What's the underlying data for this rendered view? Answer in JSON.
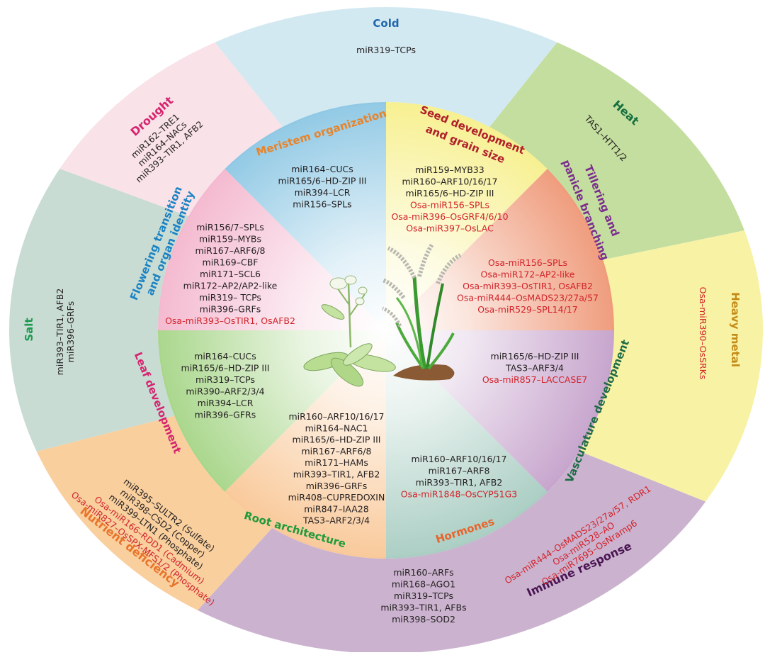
{
  "diagram": {
    "title": "miRNA regulatory modules in plant development and stress responses",
    "colors": {
      "black_text": "#231f20",
      "rice_specific_text": "#d2232a"
    },
    "center": {
      "left_plant": "arabidopsis-plant",
      "right_plant": "rice-plant"
    },
    "inner_sectors": [
      {
        "id": "meristem",
        "label": "Meristem organization",
        "label_color": "#e8832a",
        "fill": "#f7f08f",
        "items": [
          {
            "text": "miR164–CUCs",
            "rice": false
          },
          {
            "text": "miR165/6–HD-ZIP III",
            "rice": false
          },
          {
            "text": "miR394–LCR",
            "rice": false
          },
          {
            "text": "miR156–SPLs",
            "rice": false
          }
        ]
      },
      {
        "id": "seed",
        "label": "Seed development and grain size",
        "label_lines": [
          "Seed development",
          "and grain size"
        ],
        "label_color": "#b0202a",
        "fill": "#ef9a7a",
        "items": [
          {
            "text": "miR159–MYB33",
            "rice": false
          },
          {
            "text": "miR160–ARF10/16/17",
            "rice": false
          },
          {
            "text": "miR165/6–HD-ZIP III",
            "rice": false
          },
          {
            "text": "Osa-miR156–SPLs",
            "rice": true
          },
          {
            "text": "Osa-miR396–OsGRF4/6/10",
            "rice": true
          },
          {
            "text": "Osa-miR397–OsLAC",
            "rice": true
          }
        ]
      },
      {
        "id": "tillering",
        "label": "Tillering and panicle branching",
        "label_lines": [
          "Tillering and",
          "panicle branching"
        ],
        "label_color": "#7b2d8e",
        "fill": "#c6a3cc",
        "items": [
          {
            "text": "Osa-miR156–SPLs",
            "rice": true
          },
          {
            "text": "Osa-miR172–AP2-like",
            "rice": true
          },
          {
            "text": "Osa-miR393–OsTIR1, OsAFB2",
            "rice": true
          },
          {
            "text": "Osa-miR444–OsMADS23/27a/57",
            "rice": true
          },
          {
            "text": "Osa-miR529–SPL14/17",
            "rice": true
          }
        ]
      },
      {
        "id": "vasculature",
        "label": "Vasculature development",
        "label_color": "#1e6b45",
        "fill": "#a9cdc2",
        "items": [
          {
            "text": "miR165/6–HD-ZIP III",
            "rice": false
          },
          {
            "text": "TAS3–ARF3/4",
            "rice": false
          },
          {
            "text": "Osa-miR857–LACCASE7",
            "rice": true
          }
        ]
      },
      {
        "id": "hormones",
        "label": "Hormones",
        "label_color": "#e8632a",
        "fill": "#f9c898",
        "items": [
          {
            "text": "miR160–ARF10/16/17",
            "rice": false
          },
          {
            "text": "miR167–ARF8",
            "rice": false
          },
          {
            "text": "miR393–TIR1, AFB2",
            "rice": false
          },
          {
            "text": "Osa-miR1848–OsCYP51G3",
            "rice": true
          }
        ]
      },
      {
        "id": "root",
        "label": "Root architecture",
        "label_color": "#1f9a3a",
        "fill": "#a8d68a",
        "items": [
          {
            "text": "miR160–ARF10/16/17",
            "rice": false
          },
          {
            "text": "miR164–NAC1",
            "rice": false
          },
          {
            "text": "miR165/6–HD-ZIP III",
            "rice": false
          },
          {
            "text": "miR167–ARF6/8",
            "rice": false
          },
          {
            "text": "miR171–HAMs",
            "rice": false
          },
          {
            "text": "miR393–TIR1, AFB2",
            "rice": false
          },
          {
            "text": "miR396–GRFs",
            "rice": false
          },
          {
            "text": "miR408–CUPREDOXIN",
            "rice": false
          },
          {
            "text": "miR847–IAA28",
            "rice": false
          },
          {
            "text": "TAS3–ARF2/3/4",
            "rice": false
          }
        ]
      },
      {
        "id": "leaf",
        "label": "Leaf development",
        "label_color": "#d6246e",
        "fill": "#f4b8cf",
        "items": [
          {
            "text": "miR164–CUCs",
            "rice": false
          },
          {
            "text": "miR165/6–HD-ZIP III",
            "rice": false
          },
          {
            "text": "miR319–TCPs",
            "rice": false
          },
          {
            "text": "miR390–ARF2/3/4",
            "rice": false
          },
          {
            "text": "miR394–LCR",
            "rice": false
          },
          {
            "text": "miR396–GFRs",
            "rice": false
          }
        ]
      },
      {
        "id": "flowering",
        "label": "Flowering transition and organ identity",
        "label_lines": [
          "Flowering transition",
          "and organ identity"
        ],
        "label_color": "#1b82c4",
        "fill": "#8fc8e4",
        "items": [
          {
            "text": "miR156/7–SPLs",
            "rice": false
          },
          {
            "text": "miR159–MYBs",
            "rice": false
          },
          {
            "text": "miR167–ARF6/8",
            "rice": false
          },
          {
            "text": "miR169–CBF",
            "rice": false
          },
          {
            "text": "miR171–SCL6",
            "rice": false
          },
          {
            "text": "miR172–AP2/AP2-like",
            "rice": false
          },
          {
            "text": "miR319– TCPs",
            "rice": false
          },
          {
            "text": "miR396–GRFs",
            "rice": false
          },
          {
            "text": "Osa-miR393–OsTIR1, OsAFB2",
            "rice": true
          }
        ]
      }
    ],
    "outer_sectors": [
      {
        "id": "cold",
        "label": "Cold",
        "label_color": "#1f66ad",
        "fill": "#d3e9f1",
        "items": [
          {
            "text": "miR319–TCPs",
            "rice": false
          }
        ]
      },
      {
        "id": "heat",
        "label": "Heat",
        "label_color": "#16703f",
        "fill": "#c4de9f",
        "items": [
          {
            "text": "TAS1–HTT1/2",
            "rice": false
          }
        ]
      },
      {
        "id": "heavy_metal",
        "label": "Heavy metal",
        "label_color": "#c48a16",
        "fill": "#f8f2a5",
        "items": [
          {
            "text": "Osa-miR390–OsSRKs",
            "rice": true
          }
        ]
      },
      {
        "id": "immune",
        "label": "Immune response",
        "label_color": "#4a1552",
        "fill": "#cbb3cf",
        "items": [
          {
            "text": "miR160–ARFs",
            "rice": false
          },
          {
            "text": "miR168–AGO1",
            "rice": false
          },
          {
            "text": "miR319–TCPs",
            "rice": false
          },
          {
            "text": "miR393–TIR1, AFBs",
            "rice": false
          },
          {
            "text": "miR398–SOD2",
            "rice": false
          }
        ],
        "rice_items": [
          {
            "text": "Osa-miR444–OsMADS23/27a/57, RDR1",
            "rice": true
          },
          {
            "text": "Osa-miR528–AO",
            "rice": true
          },
          {
            "text": "Osa-miR7695–OsNramp6",
            "rice": true
          }
        ]
      },
      {
        "id": "nutrient",
        "label": "Nutrient deficiency",
        "label_color": "#e8742a",
        "fill": "#f9cf9e",
        "items": [
          {
            "text": "miR395–SULTR2 (Sulfate)",
            "rice": false
          },
          {
            "text": "miR398–CSD2 (Copper)",
            "rice": false
          },
          {
            "text": "miR399–LTN1 (Phosphate)",
            "rice": false
          },
          {
            "text": "Osa-miR166–RDD1 (Cadmium)",
            "rice": true
          },
          {
            "text": "Osa-miR827–OsSPX-MFS1/2 (Phosphate)",
            "rice": true
          }
        ]
      },
      {
        "id": "salt",
        "label": "Salt",
        "label_color": "#1f9a50",
        "fill": "#c8dcd4",
        "items": [
          {
            "text": "miR393–TIR1, AFB2",
            "rice": false
          },
          {
            "text": "miR396–GRFs",
            "rice": false
          }
        ]
      },
      {
        "id": "drought",
        "label": "Drought",
        "label_color": "#d6246e",
        "fill": "#f9e2e8",
        "items": [
          {
            "text": "miR162–TRE1",
            "rice": false
          },
          {
            "text": "miR164–NACs",
            "rice": false
          },
          {
            "text": "miR393–TIR1, AFB2",
            "rice": false
          }
        ]
      }
    ]
  }
}
